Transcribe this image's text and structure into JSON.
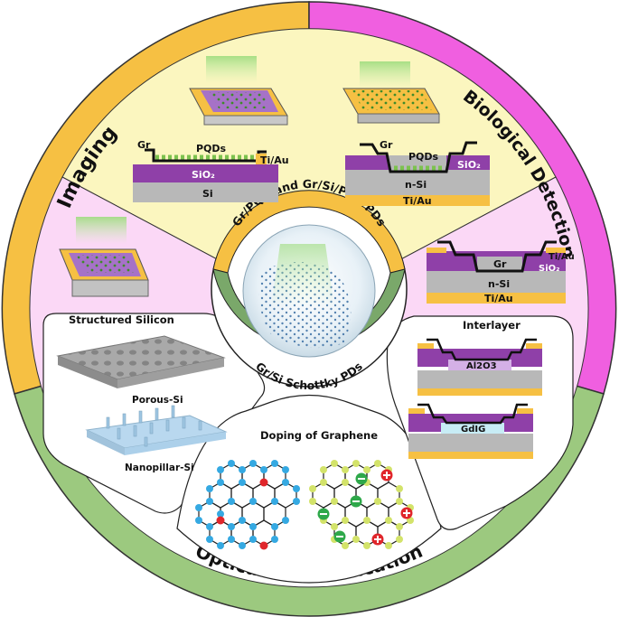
{
  "ring": {
    "imaging": "Imaging",
    "biological_detection": "Biological Detection",
    "optical_communication": "Optical Communication"
  },
  "center": {
    "top": "Gr/PQD and Gr/Si/PQD PDs",
    "bottom": "Gr/Si Schottky PDs"
  },
  "top_panel": {
    "left_device": {
      "gr": "Gr",
      "pqds": "PQDs",
      "tiau": "Ti/Au",
      "sio2": "SiO₂",
      "si": "Si"
    },
    "right_device": {
      "gr": "Gr",
      "pqds": "PQDs",
      "sio2": "SiO₂",
      "nsi": "n-Si",
      "tiau": "Ti/Au"
    }
  },
  "right_device": {
    "gr": "Gr",
    "tiau": "Ti/Au",
    "sio2": "SiO₂",
    "nsi": "n-Si",
    "tiau_bottom": "Ti/Au"
  },
  "structured_silicon": {
    "title": "Structured Silicon",
    "porous": "Porous-Si",
    "nanopillar": "Nanopillar-Si"
  },
  "doping": {
    "title": "Doping of Graphene"
  },
  "interlayer": {
    "title": "Interlayer",
    "al2o3": "Al2O3",
    "gdig": "GdIG"
  },
  "colors": {
    "imaging": "#f6c043",
    "biological": "#f05fe0",
    "optical": "#9cc97f",
    "yellow_panel": "#fbf6bf",
    "pink_panel": "#fbd8f6",
    "center_ring": "#7aa86a"
  }
}
